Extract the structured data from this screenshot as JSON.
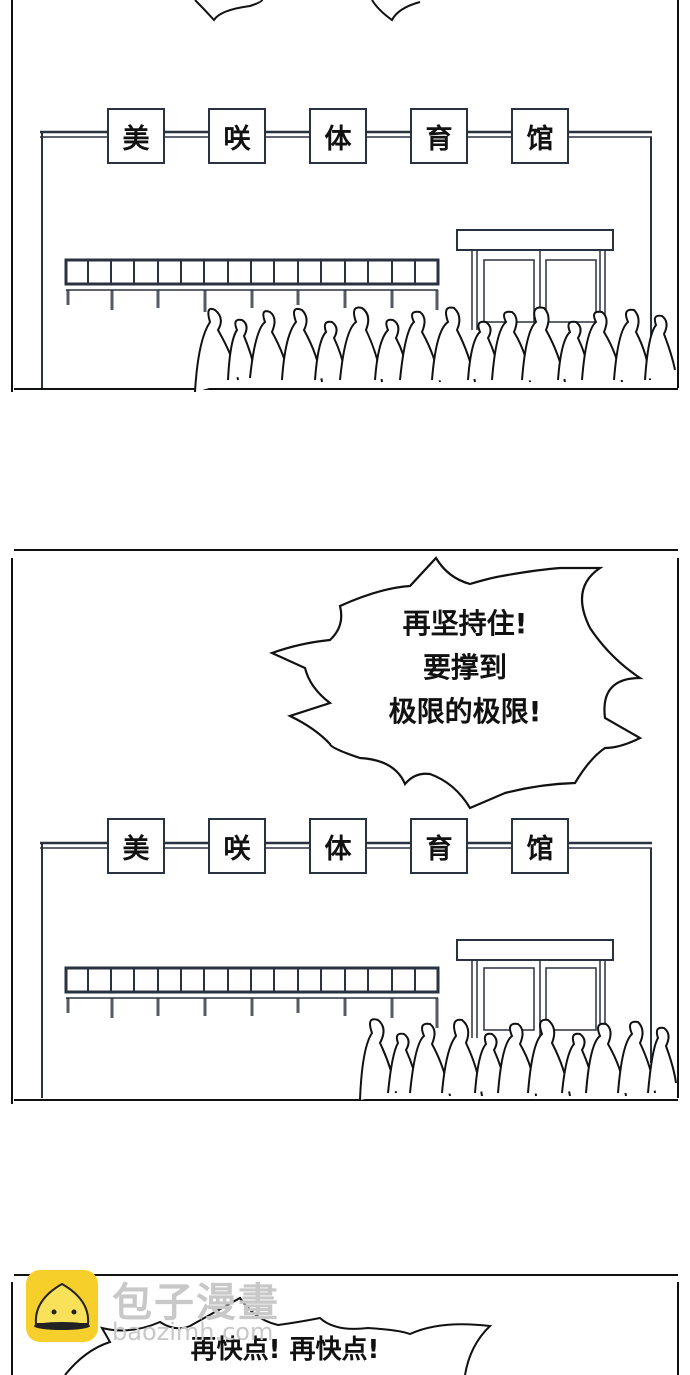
{
  "comic": {
    "panels": [
      {
        "id": 1,
        "sign_chars": [
          "美",
          "咲",
          "体",
          "育",
          "馆"
        ],
        "speech": []
      },
      {
        "id": 2,
        "sign_chars": [
          "美",
          "咲",
          "体",
          "育",
          "馆"
        ],
        "speech": [
          {
            "lines": [
              "再坚持住!",
              "要撑到",
              "极限的极限!"
            ]
          }
        ]
      },
      {
        "id": 3,
        "speech": [
          {
            "lines": [
              "再快点! 再快点!"
            ]
          }
        ]
      }
    ]
  },
  "watermark": {
    "title": "包子漫畫",
    "url": "baozimh.com",
    "logo_color": "#f7cf2a"
  },
  "colors": {
    "ink": "#111111",
    "building_ink": "#2a3140"
  }
}
